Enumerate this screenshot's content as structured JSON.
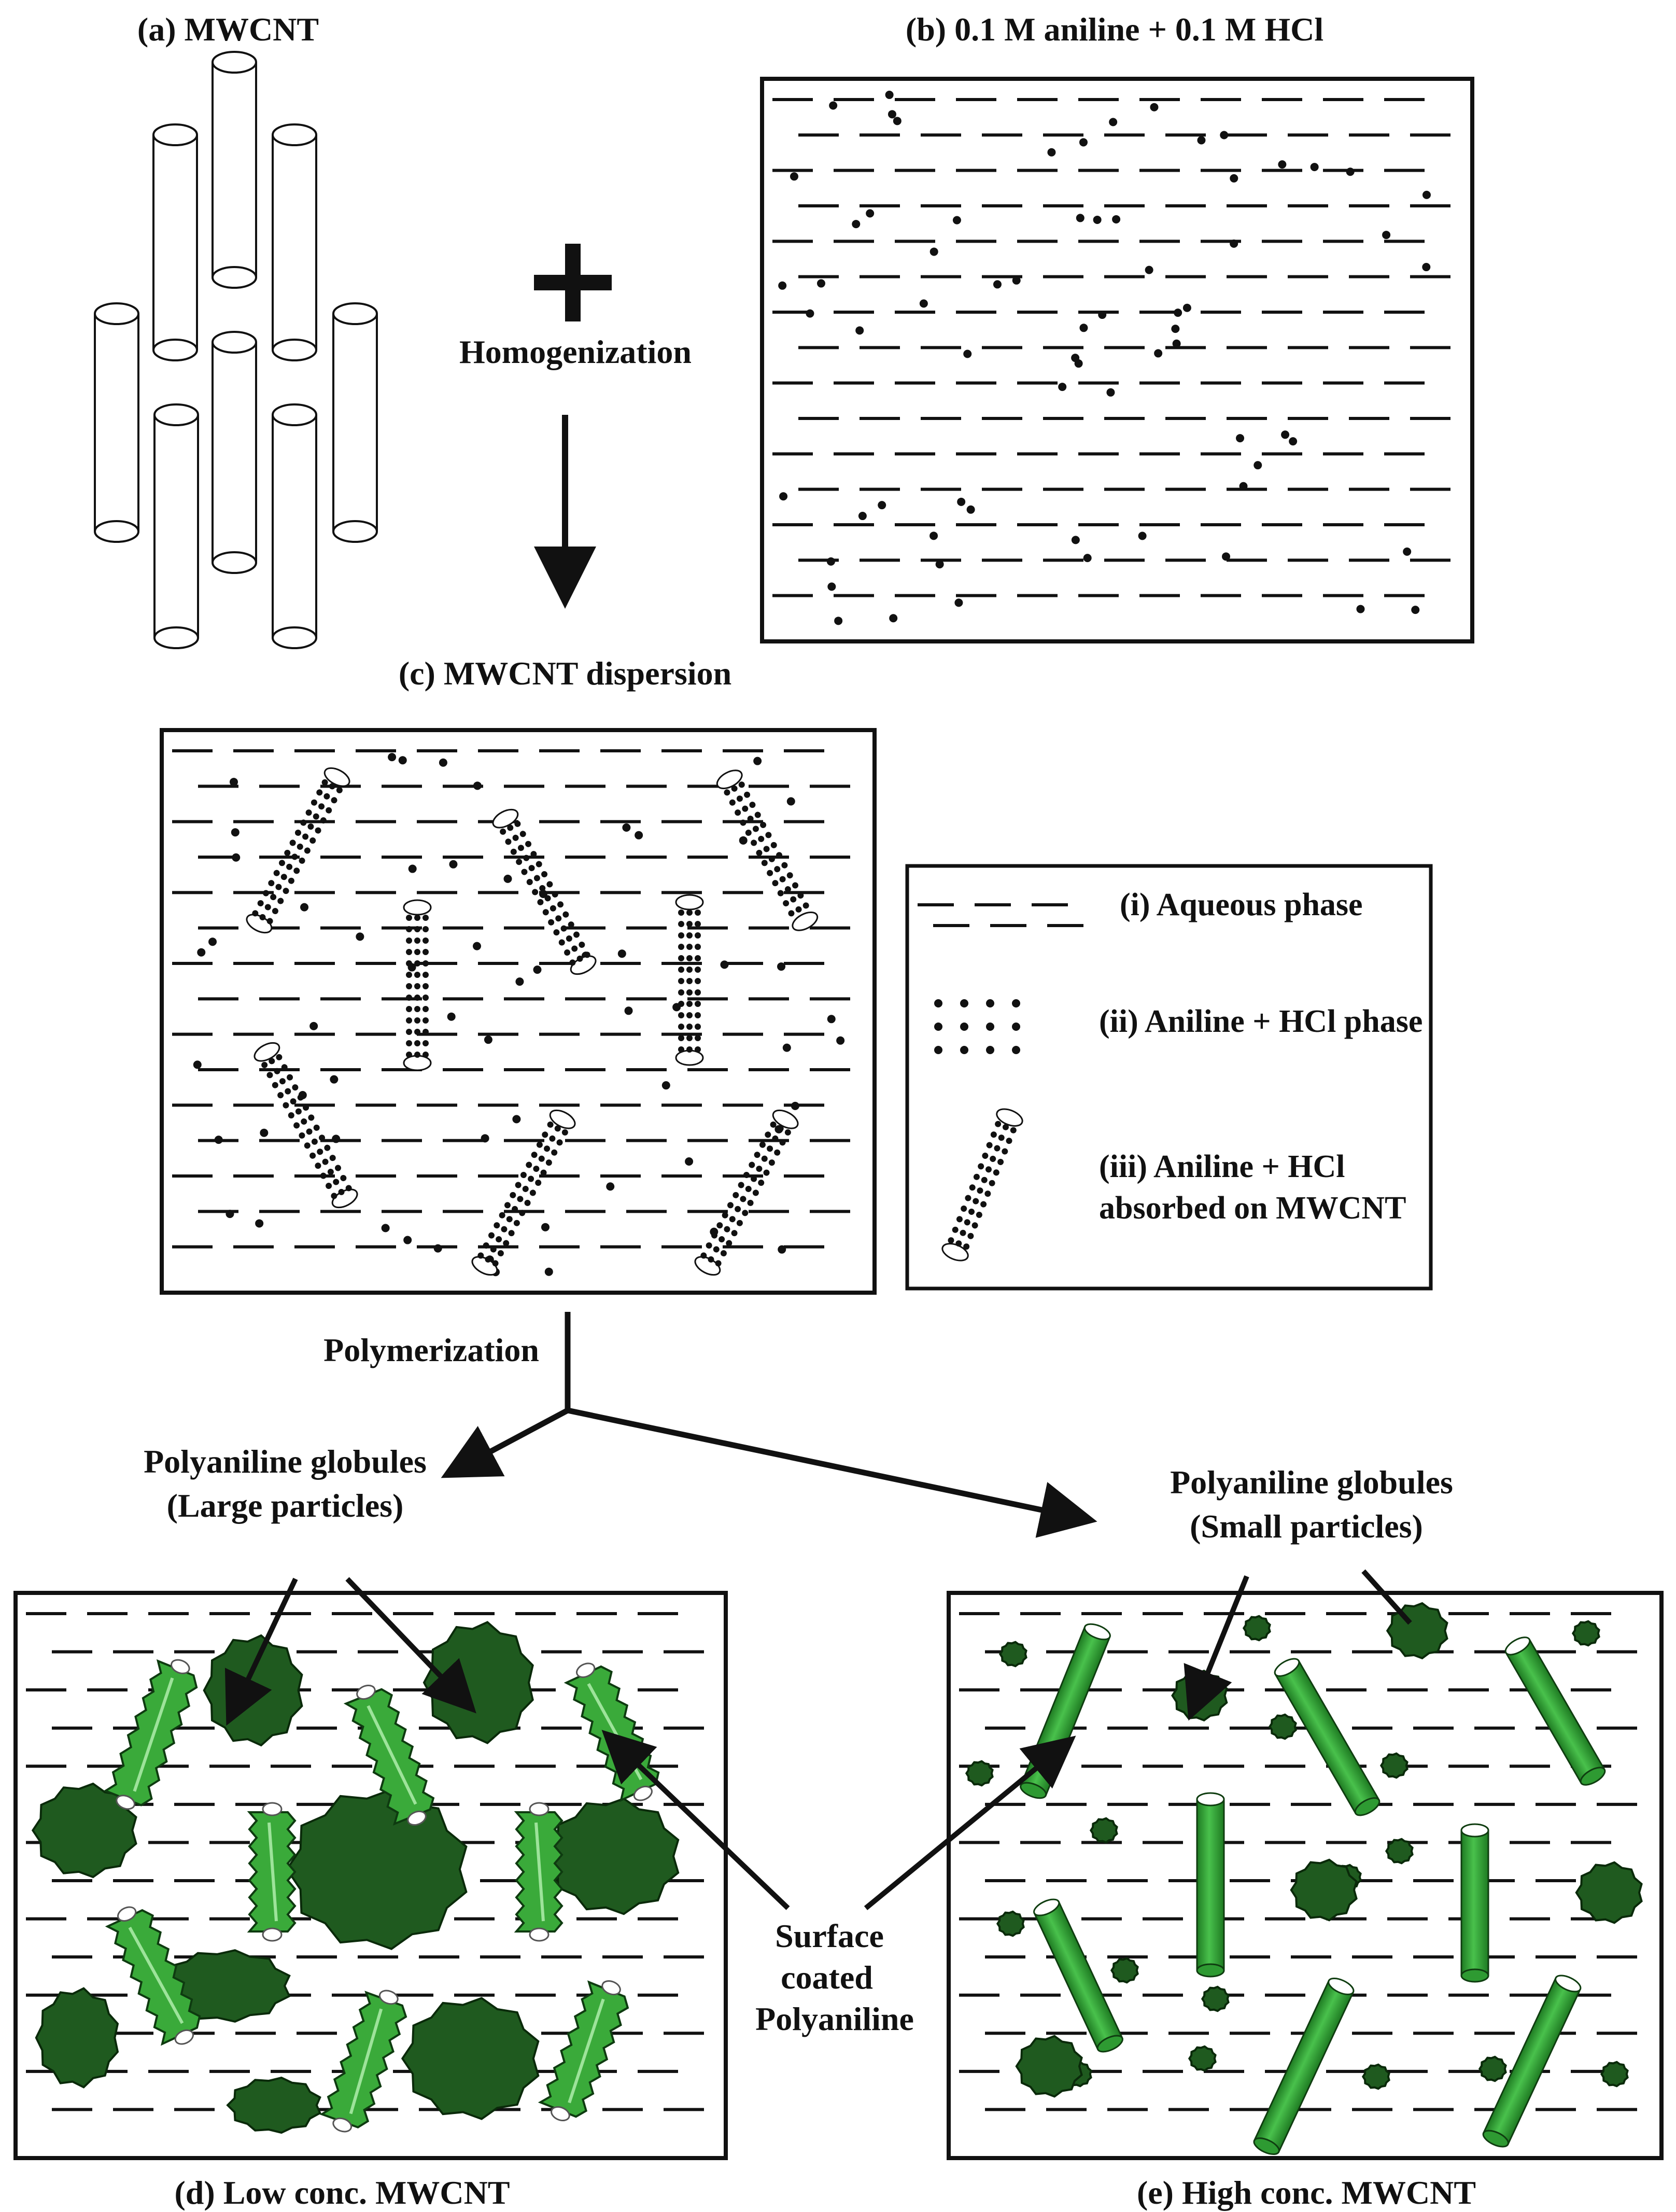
{
  "labels": {
    "panel_a": "(a) MWCNT",
    "panel_b": "(b) 0.1 M aniline + 0.1 M HCl",
    "homogenization": "Homogenization",
    "panel_c": "(c) MWCNT dispersion",
    "polymerization": "Polymerization",
    "large_line1": "Polyaniline globules",
    "large_line2": "(Large particles)",
    "small_line1": "Polyaniline globules",
    "small_line2": "(Small particles)",
    "surface_line1": "Surface",
    "surface_line2": "coated",
    "surface_line3": "Polyaniline",
    "panel_d": "(d) Low conc. MWCNT",
    "panel_e": "(e) High conc. MWCNT"
  },
  "legend": {
    "item1": "(i)  Aqueous phase",
    "item2": "(ii) Aniline + HCl phase",
    "item3_line1": "(iii) Aniline + HCl",
    "item3_line2": "absorbed on MWCNT"
  },
  "colors": {
    "dark_green": "#1f5a1f",
    "light_green": "#3aaa3a",
    "tube_green": "#2e9a32",
    "ink": "#111111"
  }
}
